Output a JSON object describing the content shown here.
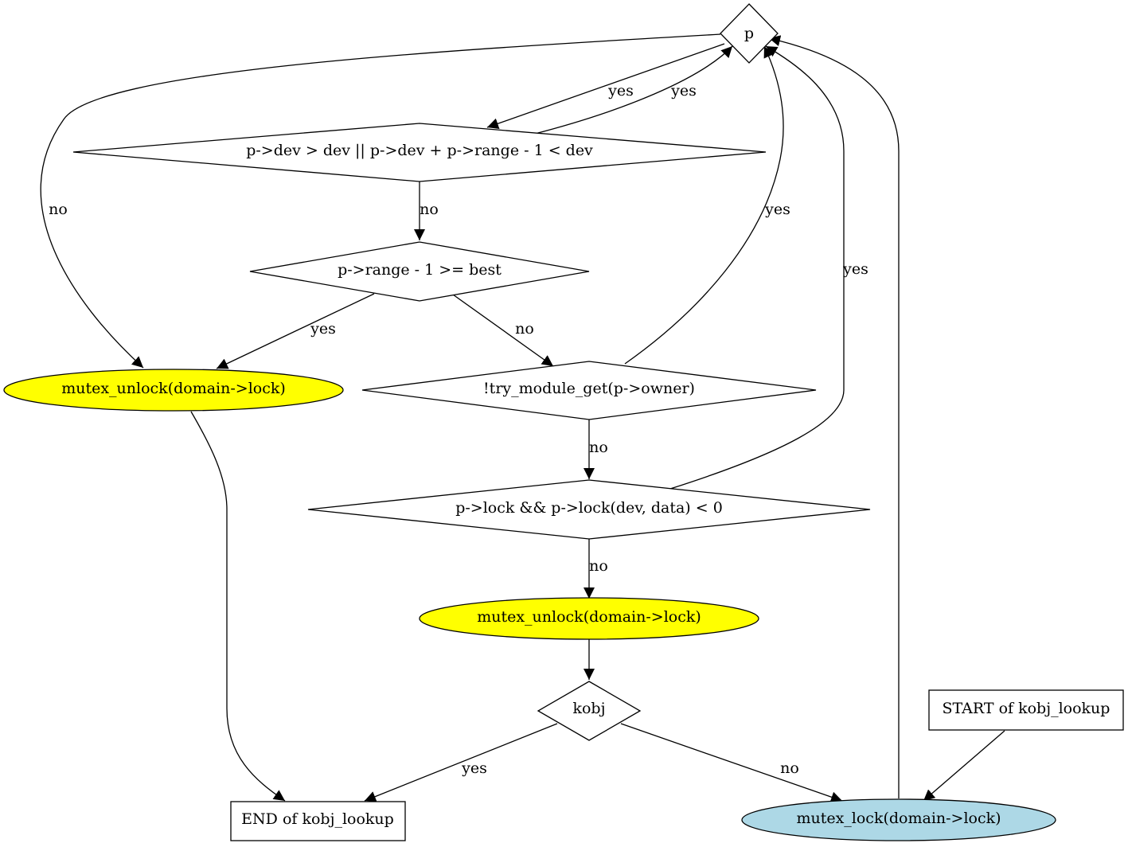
{
  "nodes": {
    "p": {
      "label": "p",
      "shape": "diamond"
    },
    "dev_range": {
      "label": "p->dev > dev || p->dev + p->range - 1 < dev",
      "shape": "diamond"
    },
    "range_best": {
      "label": "p->range - 1 >= best",
      "shape": "diamond"
    },
    "try_module": {
      "label": "!try_module_get(p->owner)",
      "shape": "diamond"
    },
    "lock_check": {
      "label": "p->lock && p->lock(dev, data) < 0",
      "shape": "diamond"
    },
    "unlock_left": {
      "label": "mutex_unlock(domain->lock)",
      "shape": "ellipse",
      "fill": "#ffff00"
    },
    "unlock_mid": {
      "label": "mutex_unlock(domain->lock)",
      "shape": "ellipse",
      "fill": "#ffff00"
    },
    "kobj": {
      "label": "kobj",
      "shape": "diamond"
    },
    "start": {
      "label": "START of kobj_lookup",
      "shape": "box"
    },
    "end": {
      "label": "END of kobj_lookup",
      "shape": "box"
    },
    "lock": {
      "label": "mutex_lock(domain->lock)",
      "shape": "ellipse",
      "fill": "#add8e6"
    }
  },
  "edges": {
    "p_to_dev": {
      "label": "yes"
    },
    "dev_to_p": {
      "label": "yes"
    },
    "p_to_unlock": {
      "label": "no"
    },
    "dev_to_range": {
      "label": "no"
    },
    "range_to_unlock": {
      "label": "yes"
    },
    "range_to_try": {
      "label": "no"
    },
    "try_to_p": {
      "label": "yes"
    },
    "try_to_lockcheck": {
      "label": "no"
    },
    "lockcheck_to_p": {
      "label": "yes"
    },
    "lockcheck_to_unlock": {
      "label": "no"
    },
    "unlock_to_kobj": {
      "label": ""
    },
    "unlock_to_end": {
      "label": ""
    },
    "kobj_to_end": {
      "label": "yes"
    },
    "kobj_to_lock": {
      "label": "no"
    },
    "start_to_lock": {
      "label": ""
    },
    "lock_to_p": {
      "label": ""
    }
  }
}
